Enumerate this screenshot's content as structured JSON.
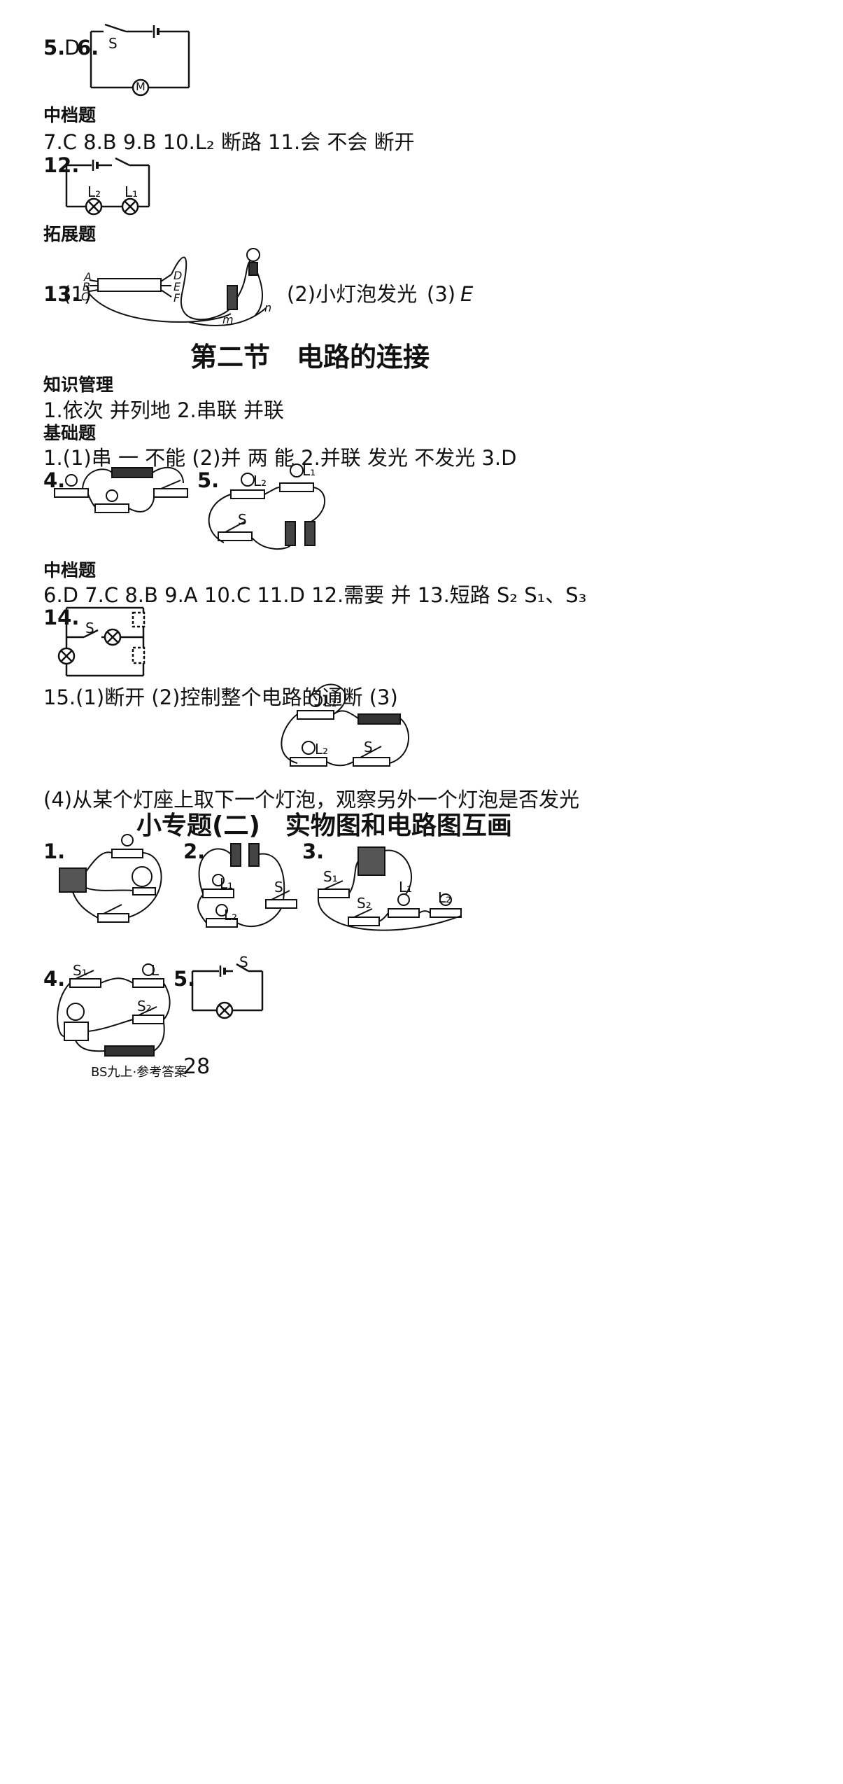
{
  "row_5_6": {
    "q5": "5.",
    "q5_ans": "D",
    "q6": "6.",
    "switch_label": "S",
    "motor_label": "M"
  },
  "section_mid_1": "中档题",
  "row_7_11": {
    "text": "7.C  8.B  9.B  10.L₂  断路  11.会  不会  断开"
  },
  "q12": {
    "num": "12.",
    "l2": "L₂",
    "l1": "L₁"
  },
  "section_ext": "拓展题",
  "q13": {
    "num": "13.",
    "part1": "(1)",
    "labels_left": [
      "A",
      "B",
      "C"
    ],
    "labels_right": [
      "D",
      "E",
      "F"
    ],
    "m": "m",
    "n": "n",
    "part2": "(2)小灯泡发光",
    "part3": "(3)",
    "part3_ans": "E"
  },
  "section2_title": "第二节　电路的连接",
  "section_knowledge": "知识管理",
  "row_k1": "1.依次  并列地  2.串联  并联",
  "section_basic": "基础题",
  "row_basic": "1.(1)串  一  不能  (2)并  两  能  2.并联  发光  不发光  3.D",
  "q4": "4.",
  "q5b": {
    "num": "5.",
    "l1": "L₁",
    "l2": "L₂",
    "s": "S"
  },
  "section_mid_2": "中档题",
  "row_mid2": "6.D  7.C  8.B  9.A  10.C  11.D  12.需要  并  13.短路  S₂  S₁、S₃",
  "q14": {
    "num": "14.",
    "s": "S"
  },
  "q15": {
    "text": "15.(1)断开  (2)控制整个电路的通断  (3)",
    "l1": "L₁",
    "l2": "L₂",
    "s": "S"
  },
  "q15_4": "(4)从某个灯座上取下一个灯泡，观察另外一个灯泡是否发光",
  "special_title": "小专题(二)　实物图和电路图互画",
  "sp1": {
    "num": "1."
  },
  "sp2": {
    "num": "2.",
    "l1": "L₁",
    "l2": "L₂",
    "s": "S"
  },
  "sp3": {
    "num": "3.",
    "s1": "S₁",
    "s2": "S₂",
    "l1": "L₁",
    "l2": "L₂"
  },
  "sp4": {
    "num": "4.",
    "s1": "S₁",
    "s2": "S₂",
    "l": "L"
  },
  "sp5": {
    "num": "5.",
    "s": "S"
  },
  "footer": {
    "left": "BS九上·参考答案",
    "page": "28"
  }
}
